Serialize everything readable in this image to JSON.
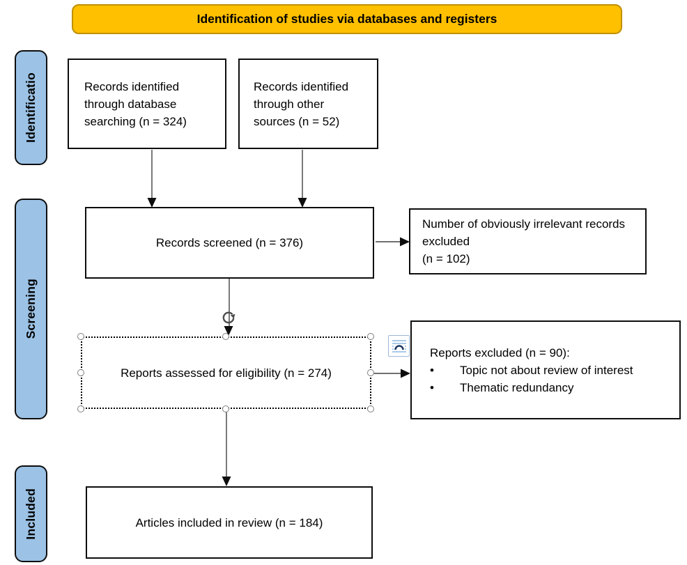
{
  "banner": {
    "label": "Identification of studies via databases and registers"
  },
  "colors": {
    "banner_fill": "#FFC000",
    "banner_border": "#BF9000",
    "stage_fill": "#9CC2E5",
    "box_border": "#0D0D0D",
    "arrow": "#404040"
  },
  "stages": {
    "identification": "Identificatio",
    "screening": "Screening",
    "included": "Included"
  },
  "boxes": {
    "database": "Records identified through database searching (n = 324)",
    "other_sources": "Records identified through other sources (n = 52)",
    "screened": "Records screened (n = 376)",
    "irrelevant_line1": "Number of obviously irrelevant records excluded",
    "irrelevant_line2": "(n = 102)",
    "assessed": "Reports assessed for eligibility (n = 274)",
    "excluded_heading": "Reports excluded (n = 90):",
    "excluded_items": [
      "Topic not about review of interest",
      "Thematic redundancy"
    ],
    "bullet_glyph": "•",
    "articles_included": "Articles included in review (n = 184)"
  },
  "icons": {
    "rotate_handle": "rotate-arrow",
    "layout_options": "layout-options-button",
    "selection_handles": "circle-handles"
  }
}
